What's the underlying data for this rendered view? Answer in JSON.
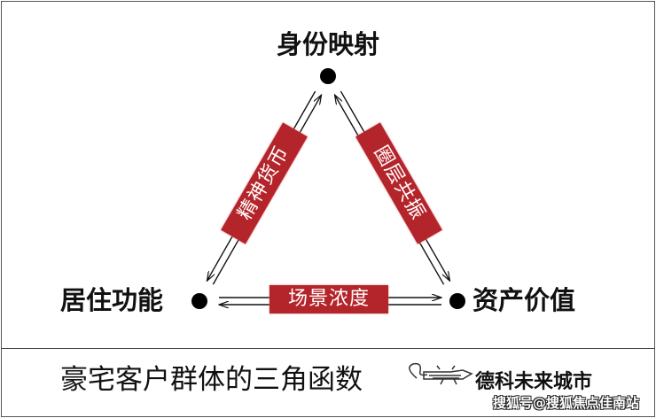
{
  "nodes": {
    "top": "身份映射",
    "left": "居住功能",
    "right": "资产价值"
  },
  "edges": {
    "left": "精神货币",
    "right": "圈层共振",
    "bottom": "场景浓度"
  },
  "caption": "豪宅客户群体的三角函数",
  "brand": {
    "name": "德科未来城市",
    "logo_icon": "lizard-logo"
  },
  "watermark": "搜狐号@搜狐焦点佳南站",
  "colors": {
    "accent": "#b4252b",
    "ink": "#111111"
  }
}
